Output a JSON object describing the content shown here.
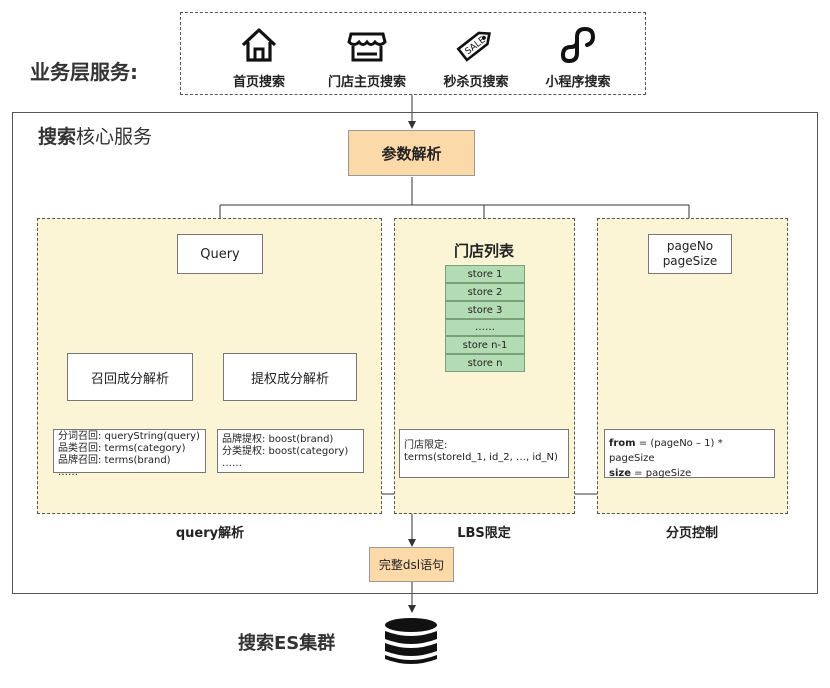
{
  "business_layer": {
    "title": "业务层服务:",
    "services": [
      {
        "icon": "house-icon",
        "label": "首页搜索"
      },
      {
        "icon": "store-icon",
        "label": "门店主页搜索"
      },
      {
        "icon": "sale-tag-icon",
        "label": "秒杀页搜索"
      },
      {
        "icon": "mini-program-icon",
        "label": "小程序搜索"
      }
    ]
  },
  "core": {
    "title_bold": "搜索",
    "title_rest": "核心服务",
    "param_parse": "参数解析",
    "query_section": {
      "caption": "query解析",
      "query_box": "Query",
      "recall": "召回成分解析",
      "boost": "提权成分解析",
      "recall_details": [
        "分词召回:  queryString(query)",
        "品类召回:  terms(category)",
        "品牌召回:  terms(brand)",
        "……"
      ],
      "boost_details": [
        "品牌提权:  boost(brand)",
        "分类提权:  boost(category)",
        "……"
      ]
    },
    "lbs_section": {
      "caption": "LBS限定",
      "store_list_title": "门店列表",
      "stores": [
        "store 1",
        "store 2",
        "store 3",
        "……",
        "store n-1",
        "store n"
      ],
      "limit_label": "门店限定:",
      "limit_expr": "terms(storeId_1, id_2, …, id_N)"
    },
    "paging_section": {
      "caption": "分页控制",
      "params_line1": "pageNo",
      "params_line2": "pageSize",
      "from_key": "from",
      "from_expr": " =   (pageNo – 1)   * pageSize",
      "size_key": "size",
      "size_expr": " =  pageSize"
    },
    "full_dsl": "完整dsl语句"
  },
  "es_cluster": {
    "label": "搜索ES集群",
    "icon": "database-icon"
  }
}
